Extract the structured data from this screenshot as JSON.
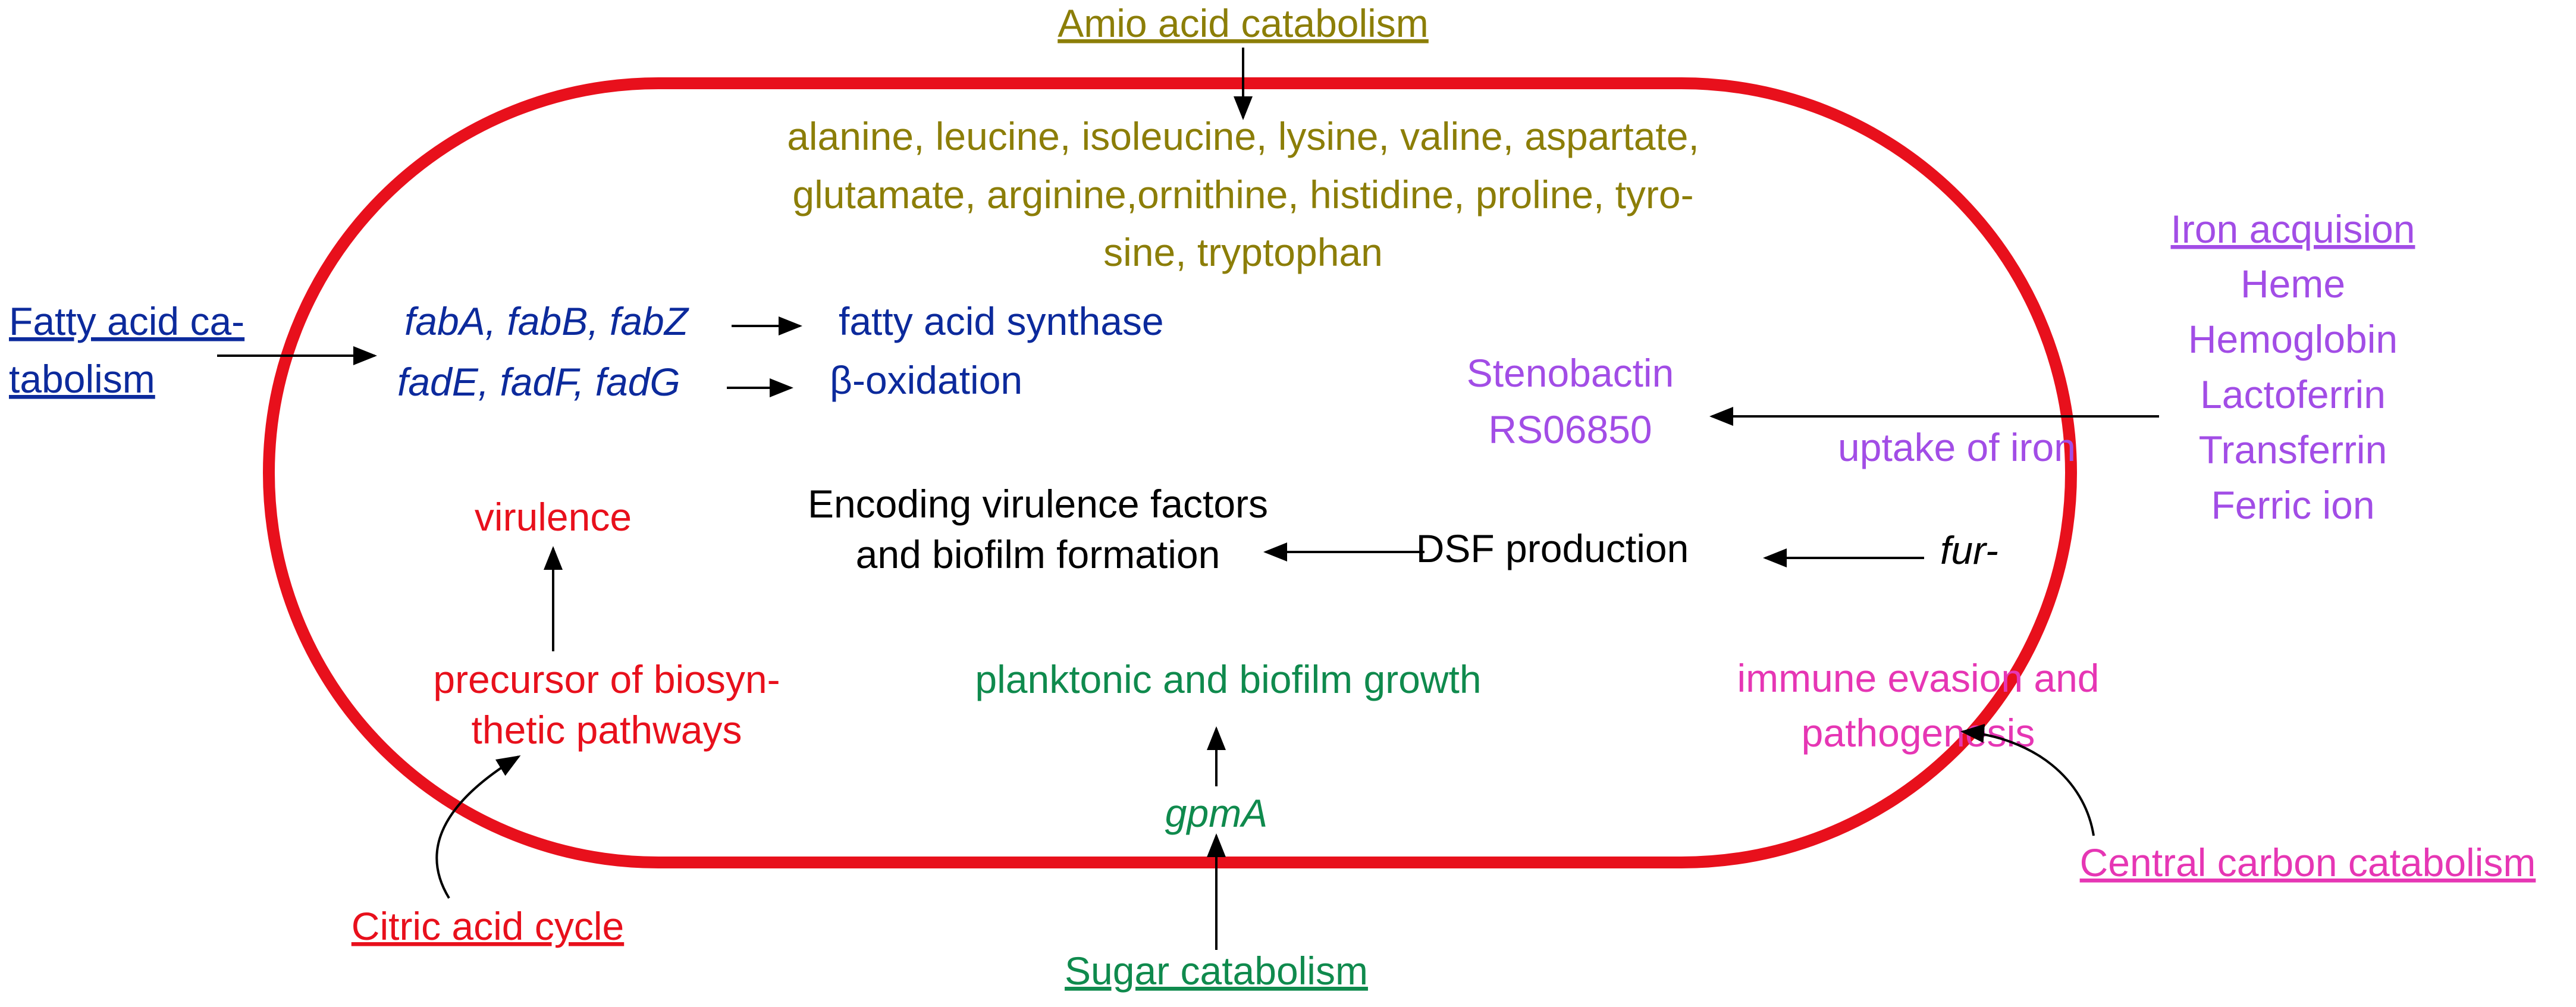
{
  "colors": {
    "cell_border": "#e8101c",
    "amino": "#8c7e08",
    "fatty": "#0c2a9c",
    "iron": "#a24de6",
    "black": "#000000",
    "red": "#e8101c",
    "green": "#0f8a4d",
    "pink": "#e636b4"
  },
  "amino_acid": {
    "title": "Amio acid catabolism",
    "line1": "alanine, leucine, isoleucine, lysine, valine, aspartate,",
    "line2": "glutamate, arginine,ornithine, histidine, proline, tyro-",
    "line3": "sine, tryptophan"
  },
  "fatty_acid": {
    "title_line1": "Fatty acid ca-",
    "title_line2": "tabolism",
    "genes1": "fabA, fabB, fabZ",
    "product1": "fatty acid synthase",
    "genes2": "fadE, fadF, fadG",
    "product2": "β-oxidation"
  },
  "iron": {
    "title": "Iron acquision",
    "sources": [
      "Heme",
      "Hemoglobin",
      "Lactoferrin",
      "Transferrin",
      "Ferric ion"
    ],
    "siderophore_line1": "Stenobactin",
    "siderophore_line2": "RS06850",
    "uptake": "uptake of iron"
  },
  "dsf": {
    "encoding_line1": "Encoding virulence factors",
    "encoding_line2": "and biofilm formation",
    "production": "DSF production",
    "fur": "fur-"
  },
  "citric": {
    "virulence": "virulence",
    "precursor_line1": "precursor of biosyn-",
    "precursor_line2": "thetic pathways",
    "title": "Citric acid cycle"
  },
  "sugar": {
    "growth": "planktonic and biofilm growth",
    "gene": "gpmA",
    "title": "Sugar catabolism"
  },
  "central_carbon": {
    "outcome_line1": "immune evasion and",
    "outcome_line2": "pathogenesis",
    "title": "Central carbon catabolism"
  }
}
